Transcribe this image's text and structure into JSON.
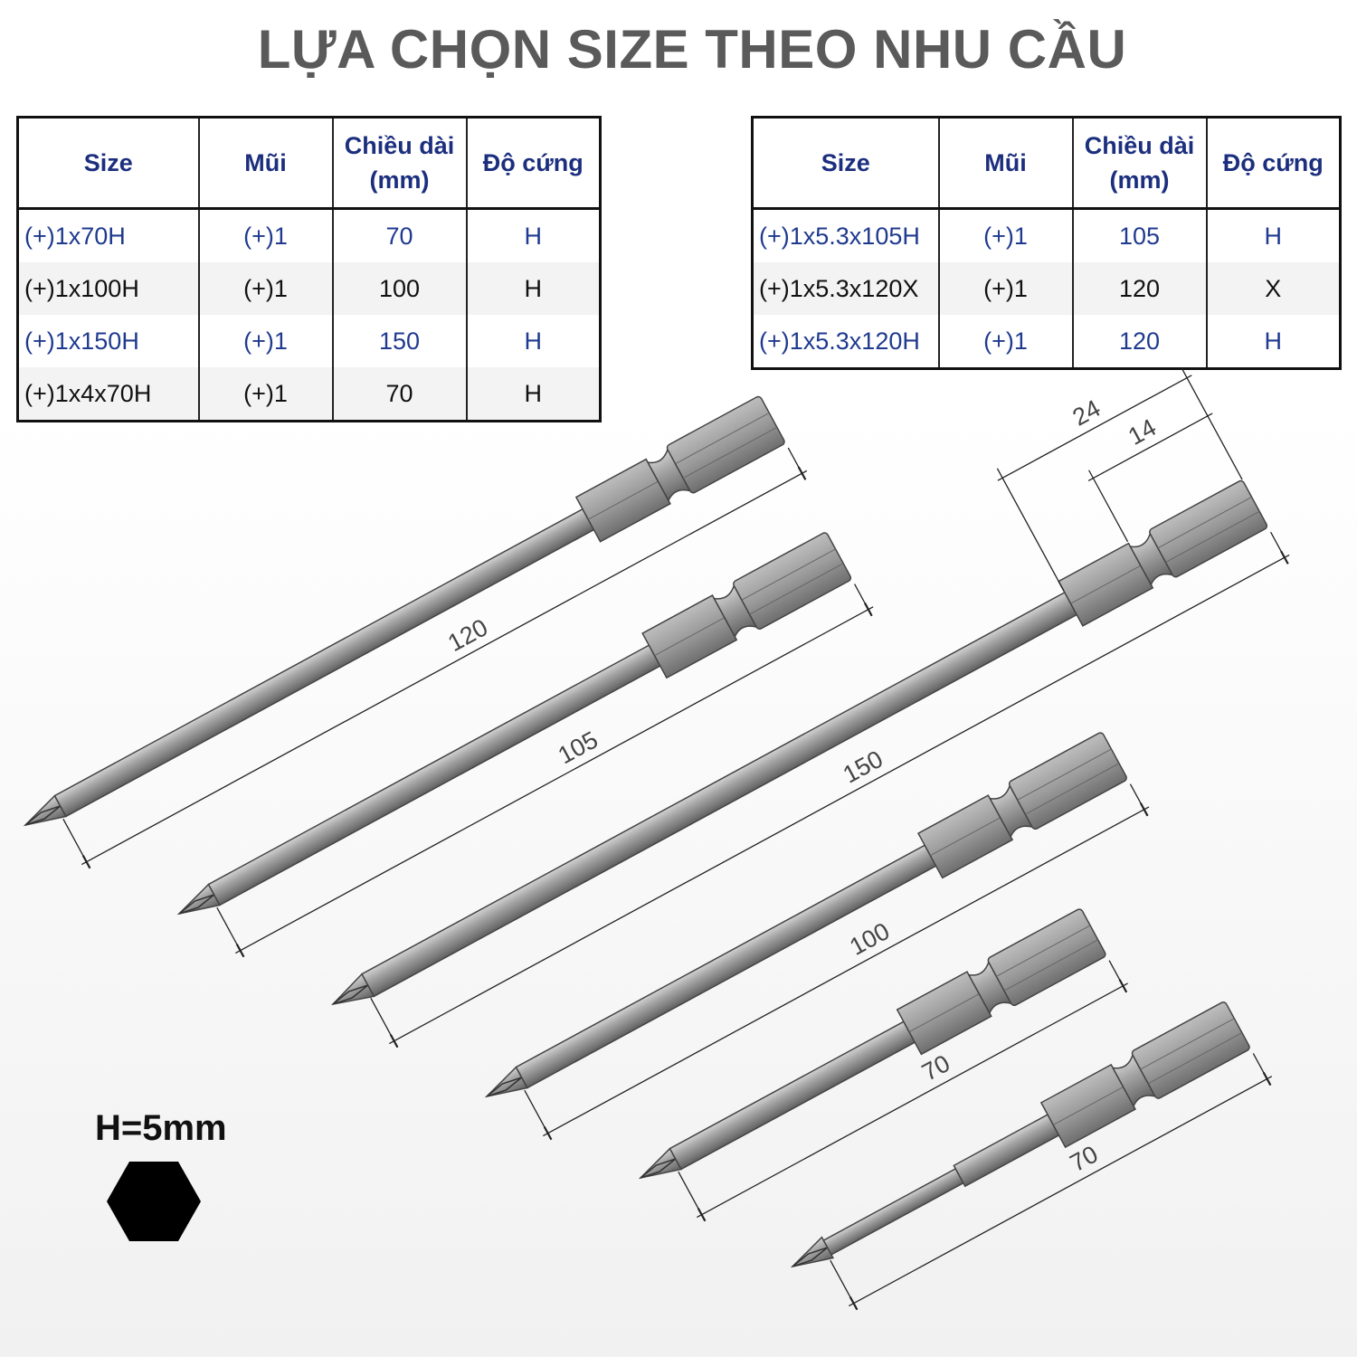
{
  "title": "LỰA CHỌN SIZE THEO NHU CẦU",
  "table_left": {
    "headers": [
      "Size",
      "Mũi",
      "Chiều dài\n(mm)",
      "Độ cứng"
    ],
    "rows": [
      [
        "(+)1x70H",
        "(+)1",
        "70",
        "H"
      ],
      [
        "(+)1x100H",
        "(+)1",
        "100",
        "H"
      ],
      [
        "(+)1x150H",
        "(+)1",
        "150",
        "H"
      ],
      [
        "(+)1x4x70H",
        "(+)1",
        "70",
        "H"
      ]
    ]
  },
  "table_right": {
    "headers": [
      "Size",
      "Mũi",
      "Chiều dài\n(mm)",
      "Độ cứng"
    ],
    "rows": [
      [
        "(+)1x5.3x105H",
        "(+)1",
        "105",
        "H"
      ],
      [
        "(+)1x5.3x120X",
        "(+)1",
        "120",
        "X"
      ],
      [
        "(+)1x5.3x120H",
        "(+)1",
        "120",
        "H"
      ]
    ]
  },
  "dimensions": [
    "120",
    "105",
    "150",
    "100",
    "70",
    "70"
  ],
  "hex_dims": [
    "24",
    "14"
  ],
  "hex_label": "H=5mm",
  "colors": {
    "title": "#5a5a5a",
    "header_text": "#1c2f7e",
    "row_text_blue": "#1f3a8f",
    "bit_steel": "#8e8e8e"
  },
  "icons": [
    "hexagon-icon"
  ]
}
